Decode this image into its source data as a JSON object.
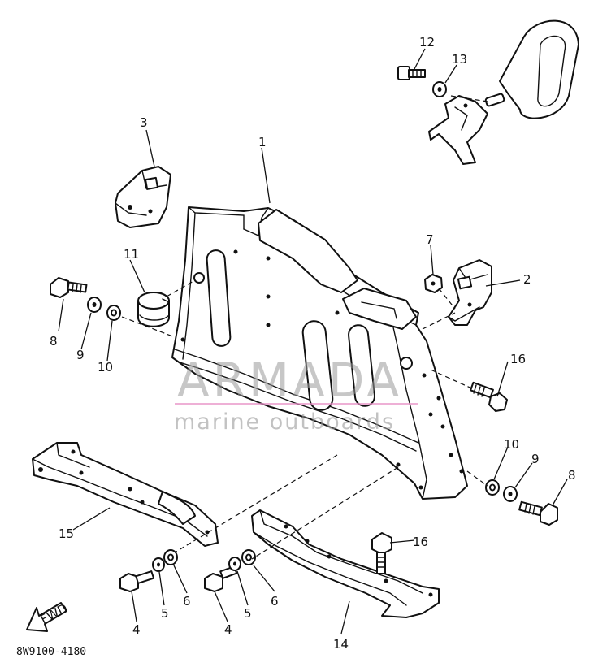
{
  "diagram": {
    "watermark": {
      "brand": "ARMADA",
      "tagline": "marine outboards",
      "logo_color": "#e88fc6"
    },
    "drawing_code": "8W9100-4180",
    "direction_marker": "FWD",
    "callouts": [
      {
        "id": "c1",
        "label": "1"
      },
      {
        "id": "c2",
        "label": "2"
      },
      {
        "id": "c3",
        "label": "3"
      },
      {
        "id": "c4a",
        "label": "4"
      },
      {
        "id": "c4b",
        "label": "4"
      },
      {
        "id": "c5a",
        "label": "5"
      },
      {
        "id": "c5b",
        "label": "5"
      },
      {
        "id": "c6a",
        "label": "6"
      },
      {
        "id": "c6b",
        "label": "6"
      },
      {
        "id": "c7",
        "label": "7"
      },
      {
        "id": "c8a",
        "label": "8"
      },
      {
        "id": "c8b",
        "label": "8"
      },
      {
        "id": "c9a",
        "label": "9"
      },
      {
        "id": "c9b",
        "label": "9"
      },
      {
        "id": "c10a",
        "label": "10"
      },
      {
        "id": "c10b",
        "label": "10"
      },
      {
        "id": "c11",
        "label": "11"
      },
      {
        "id": "c12",
        "label": "12"
      },
      {
        "id": "c13",
        "label": "13"
      },
      {
        "id": "c14",
        "label": "14"
      },
      {
        "id": "c15",
        "label": "15"
      },
      {
        "id": "c16a",
        "label": "16"
      },
      {
        "id": "c16b",
        "label": "16"
      }
    ]
  }
}
